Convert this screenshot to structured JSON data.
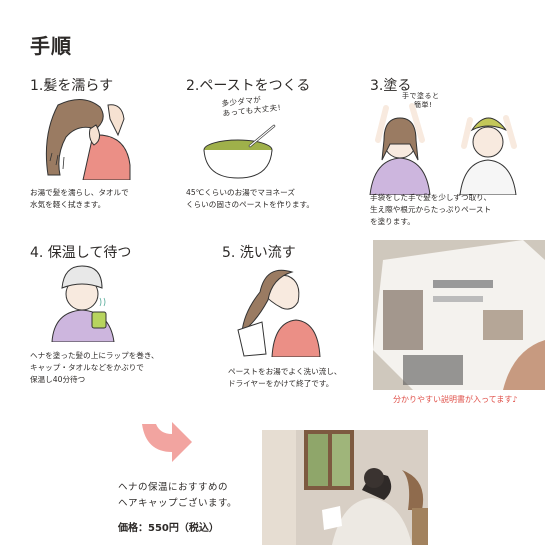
{
  "page_title": "手順",
  "steps": [
    {
      "title": "1.髪を濡らす",
      "desc": [
        "お湯で髪を濡らし、タオルで",
        "水気を軽く拭きます。"
      ]
    },
    {
      "title": "2.ペーストをつくる",
      "desc": [
        "45℃くらいのお湯でマヨネーズ",
        "くらいの固さのペーストを作ります。"
      ],
      "note": [
        "多少ダマが",
        "あっても大丈夫!"
      ]
    },
    {
      "title": "3.塗る",
      "desc": [
        "手袋をした手で髪を少しずつ取り、",
        "生え際や根元からたっぷりペースト",
        "を塗ります。"
      ],
      "note": [
        "手で塗ると",
        "簡単!"
      ]
    },
    {
      "title": "4. 保温して待つ",
      "desc": [
        "ヘナを塗った髪の上にラップを巻き、",
        "キャップ・タオルなどをかぶりで",
        "保温し40分待つ"
      ]
    },
    {
      "title": "5. 洗い流す",
      "desc": [
        "ペーストをお湯でよく洗い流し、",
        "ドライヤーをかけて終了です。"
      ]
    }
  ],
  "manual_caption": "分かりやすい説明書が入ってます♪",
  "recommend": {
    "lines": [
      "ヘナの保温におすすめの",
      "ヘアキャップございます。"
    ],
    "price": "価格：550円（税込）"
  },
  "colors": {
    "pink_shirt": "#eb8f86",
    "lavender_shirt": "#cdb6de",
    "green_shirt": "#cbd8a8",
    "hair": "#9a7b62",
    "paste": "#9fb04a",
    "arrow": "#f2a4a0",
    "caption": "#e0514a"
  }
}
